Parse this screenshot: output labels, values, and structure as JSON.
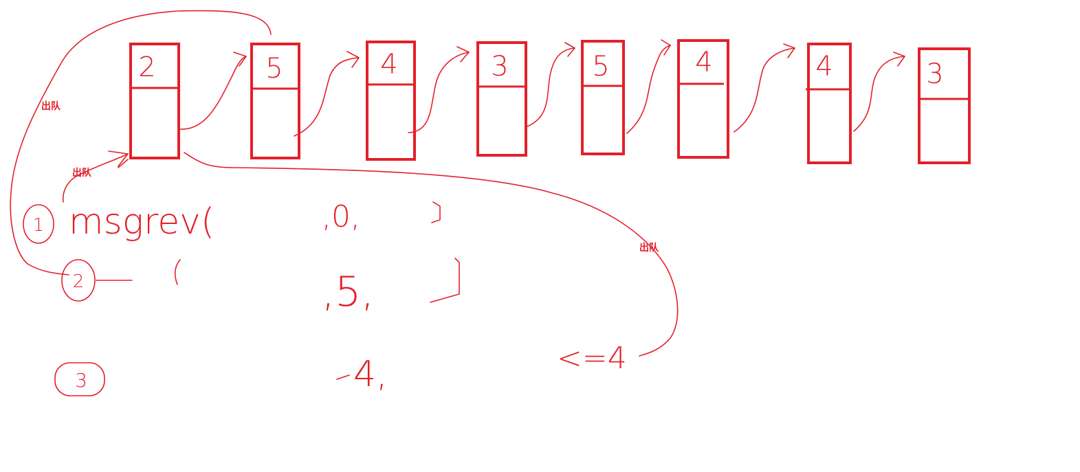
{
  "nodes": [
    {
      "value": "2"
    },
    {
      "value": "5"
    },
    {
      "value": "4"
    },
    {
      "value": "3"
    },
    {
      "value": "5"
    },
    {
      "value": "4"
    },
    {
      "value": "4"
    },
    {
      "value": "3"
    }
  ],
  "labels": {
    "dequeue_top": "出队",
    "dequeue_middle": "出队",
    "dequeue_right": "出队"
  },
  "notes": {
    "line1_marker": "1",
    "line1_text": "msgrev(",
    "line1_value": ",0,",
    "line2_marker": "2",
    "line2_value": ",5,",
    "line3_marker": "3",
    "line3_value": "4,",
    "compare": "<=4"
  },
  "colors": {
    "ink": "#e3202a",
    "background": "#ffffff"
  }
}
